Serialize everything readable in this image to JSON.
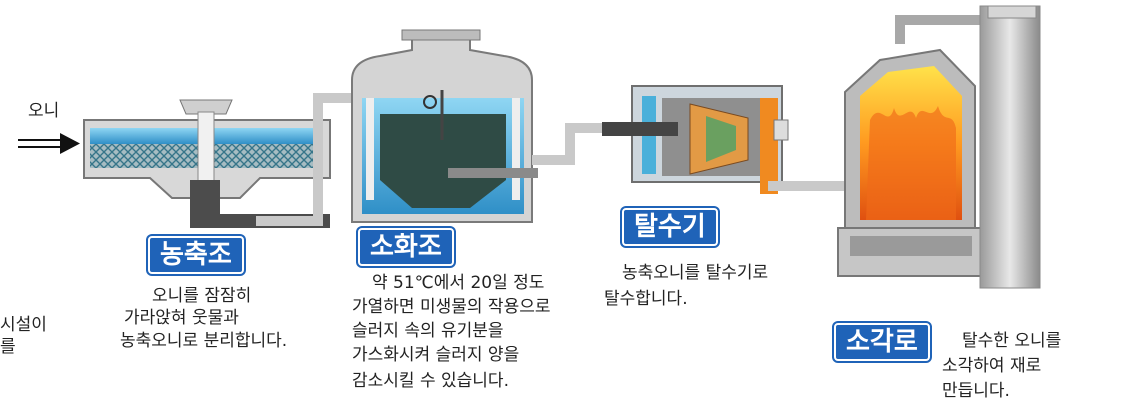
{
  "inflow": {
    "label": "오니"
  },
  "stages": [
    {
      "title": "농축조",
      "desc": [
        "오니를 잠잠히",
        "가라앉혀 웃물과",
        "농축오니로 분리합니다."
      ]
    },
    {
      "title": "소화조",
      "desc": [
        "약 51℃에서 20일 정도",
        "가열하면 미생물의 작용으로",
        "슬러지 속의 유기분을",
        "가스화시켜 슬러지 양을",
        "감소시킬 수 있습니다."
      ]
    },
    {
      "title": "탈수기",
      "desc": [
        "농축오니를 탈수기로",
        "탈수합니다."
      ]
    },
    {
      "title": "소각로",
      "desc": [
        "탈수한 오니를",
        "소각하여 재로",
        "만듭니다."
      ]
    }
  ],
  "left_fragment": [
    "시설이",
    "를"
  ],
  "colors": {
    "badge": "#1f63b8",
    "water": "#3fa7d8",
    "sludge": "#3a4a45",
    "fire": "#f08a20"
  }
}
